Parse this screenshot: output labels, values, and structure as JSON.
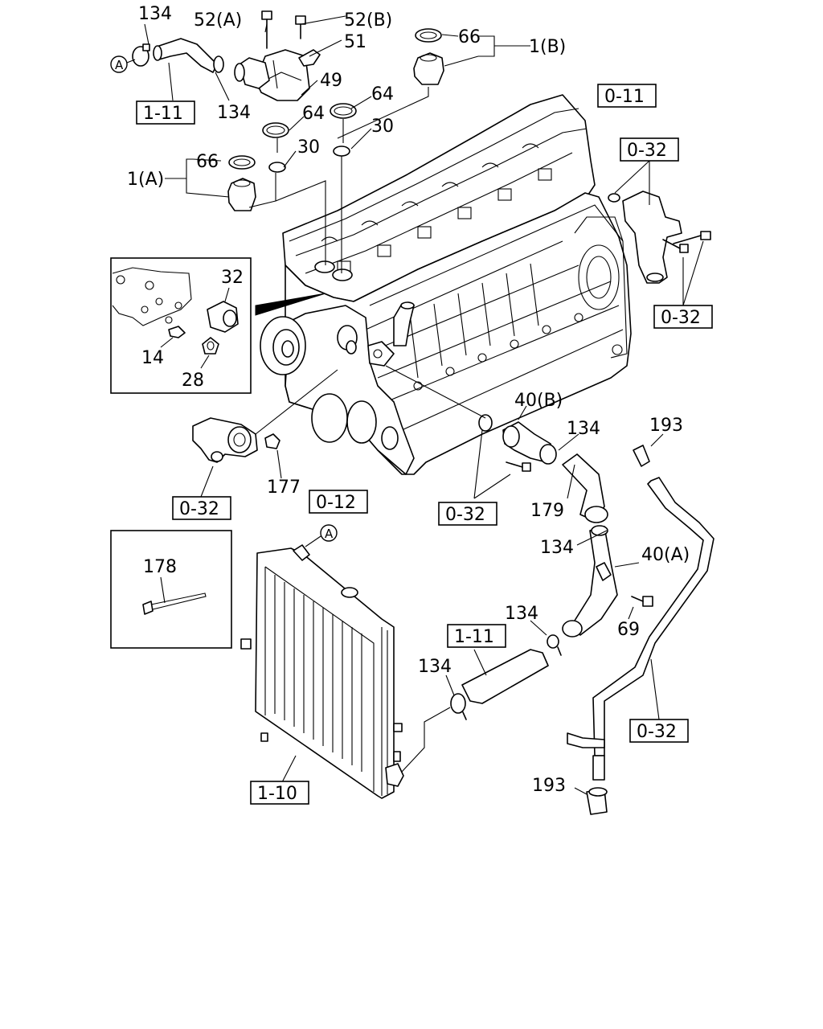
{
  "callouts": {
    "c134a": "134",
    "c52a": "52(A)",
    "c52b": "52(B)",
    "c51": "51",
    "c66a": "66",
    "c1b": "1(B)",
    "c49": "49",
    "c134b": "134",
    "c64a": "64",
    "c64b": "64",
    "c30a": "30",
    "c30b": "30",
    "c66b": "66",
    "c1a": "1(A)",
    "c32": "32",
    "c14": "14",
    "c28": "28",
    "c40b": "40(B)",
    "c134c": "134",
    "c193a": "193",
    "c177": "177",
    "c179": "179",
    "c134d": "134",
    "c40a": "40(A)",
    "c178": "178",
    "c134e": "134",
    "c69": "69",
    "c134f": "134",
    "c193b": "193"
  },
  "refs": {
    "r111a": "1-11",
    "r011": "0-11",
    "r032a": "0-32",
    "r032b": "0-32",
    "r032c": "0-32",
    "r012": "0-12",
    "r032d": "0-32",
    "r111b": "1-11",
    "r032e": "0-32",
    "r110": "1-10"
  },
  "connectors": {
    "a1": "A",
    "a2": "A"
  }
}
